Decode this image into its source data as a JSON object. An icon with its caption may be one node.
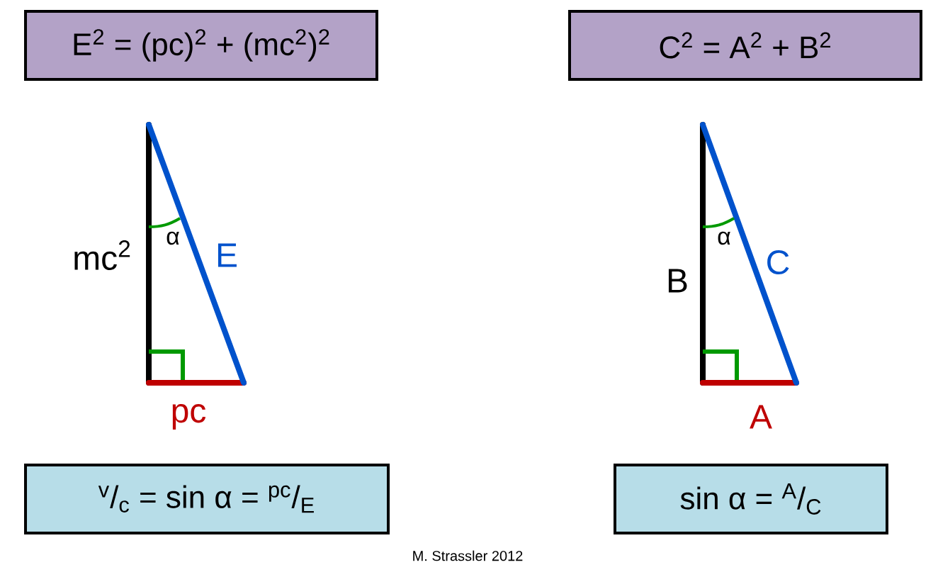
{
  "diagram": {
    "nodes": [
      {
        "text": [
          "E$^{2}$ = (pc)$^{2}$ + (mc$^{2}$)$^{2}$"
        ]
      },
      {
        "text": [
          "C$^{2}$ = A$^{2}$ + B$^{2}$"
        ]
      },
      {
        "text": [
          "$^{v}$/$_{c}$ = sin α = $^{pc}$/$_{E}$"
        ]
      },
      {
        "text": [
          "sin α = $^{A}$/$_{C}$"
        ]
      }
    ],
    "labels": [
      "α",
      "mc$^{2}$",
      "E",
      "pc",
      "α",
      "B",
      "C",
      "A",
      "M. Strassler 2012"
    ]
  }
}
